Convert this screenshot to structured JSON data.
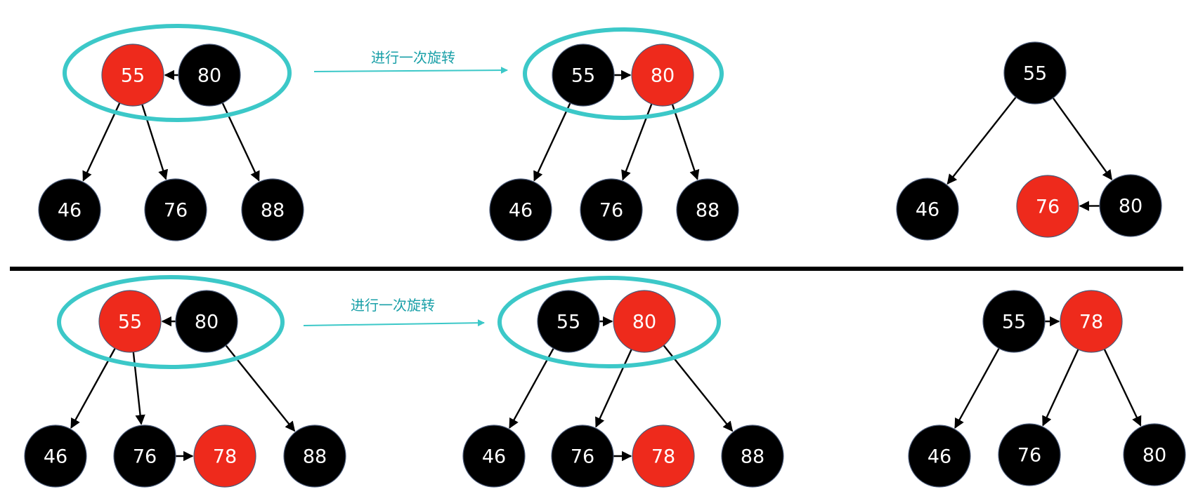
{
  "colors": {
    "black_node": "#000000",
    "red_node": "#ee2a1c",
    "node_text": "#ffffff",
    "edge": "#000000",
    "highlight": "#3cc8c8",
    "rotation_text": "#1aa0a8",
    "divider": "#000000"
  },
  "rows": [
    {
      "rotation_label": "进行一次旋转",
      "steps": [
        {
          "nodes": [
            {
              "id": "t1-55",
              "label": "55",
              "color": "red"
            },
            {
              "id": "t1-80",
              "label": "80",
              "color": "black"
            },
            {
              "id": "t1-46",
              "label": "46",
              "color": "black"
            },
            {
              "id": "t1-76",
              "label": "76",
              "color": "black"
            },
            {
              "id": "t1-88",
              "label": "88",
              "color": "black"
            }
          ]
        },
        {
          "nodes": [
            {
              "id": "t2-55",
              "label": "55",
              "color": "black"
            },
            {
              "id": "t2-80",
              "label": "80",
              "color": "red"
            },
            {
              "id": "t2-46",
              "label": "46",
              "color": "black"
            },
            {
              "id": "t2-76",
              "label": "76",
              "color": "black"
            },
            {
              "id": "t2-88",
              "label": "88",
              "color": "black"
            }
          ]
        },
        {
          "nodes": [
            {
              "id": "t3-55",
              "label": "55",
              "color": "black"
            },
            {
              "id": "t3-46",
              "label": "46",
              "color": "black"
            },
            {
              "id": "t3-76",
              "label": "76",
              "color": "red"
            },
            {
              "id": "t3-80",
              "label": "80",
              "color": "black"
            }
          ]
        }
      ]
    },
    {
      "rotation_label": "进行一次旋转",
      "steps": [
        {
          "nodes": [
            {
              "id": "b1-55",
              "label": "55",
              "color": "red"
            },
            {
              "id": "b1-80",
              "label": "80",
              "color": "black"
            },
            {
              "id": "b1-46",
              "label": "46",
              "color": "black"
            },
            {
              "id": "b1-76",
              "label": "76",
              "color": "black"
            },
            {
              "id": "b1-78",
              "label": "78",
              "color": "red"
            },
            {
              "id": "b1-88",
              "label": "88",
              "color": "black"
            }
          ]
        },
        {
          "nodes": [
            {
              "id": "b2-55",
              "label": "55",
              "color": "black"
            },
            {
              "id": "b2-80",
              "label": "80",
              "color": "red"
            },
            {
              "id": "b2-46",
              "label": "46",
              "color": "black"
            },
            {
              "id": "b2-76",
              "label": "76",
              "color": "black"
            },
            {
              "id": "b2-78",
              "label": "78",
              "color": "red"
            },
            {
              "id": "b2-88",
              "label": "88",
              "color": "black"
            }
          ]
        },
        {
          "nodes": [
            {
              "id": "b3-55",
              "label": "55",
              "color": "black"
            },
            {
              "id": "b3-78",
              "label": "78",
              "color": "red"
            },
            {
              "id": "b3-46",
              "label": "46",
              "color": "black"
            },
            {
              "id": "b3-76",
              "label": "76",
              "color": "black"
            },
            {
              "id": "b3-80",
              "label": "80",
              "color": "black"
            }
          ]
        }
      ]
    }
  ]
}
